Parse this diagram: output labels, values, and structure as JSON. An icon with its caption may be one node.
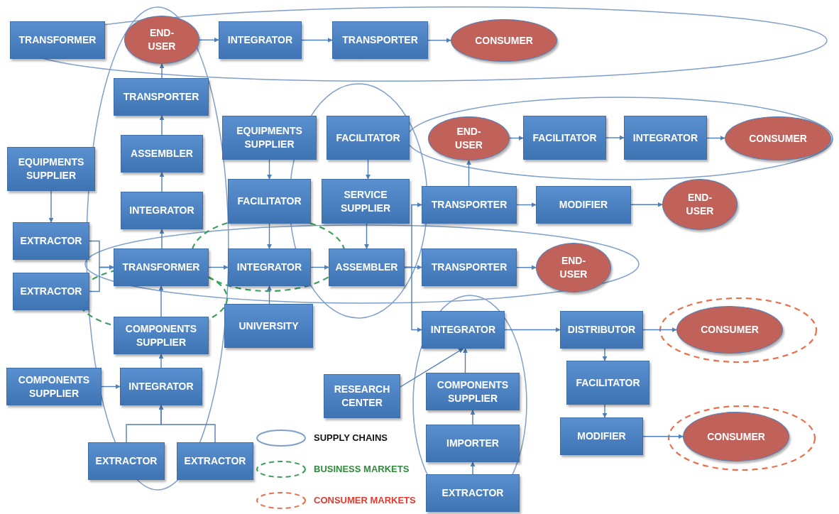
{
  "diagram": {
    "nodes": [
      {
        "text": [
          "TRANSFORMER"
        ]
      },
      {
        "text": [
          "END-USER"
        ]
      },
      {
        "text": [
          "INTEGRATOR"
        ]
      },
      {
        "text": [
          "TRANSPORTER"
        ]
      },
      {
        "text": [
          "CONSUMER"
        ]
      },
      {
        "text": [
          "TRANSPORTER"
        ]
      },
      {
        "text": [
          "EQUIPMENTS SUPPLIER"
        ]
      },
      {
        "text": [
          "FACILITATOR"
        ]
      },
      {
        "text": [
          "END-USER"
        ]
      },
      {
        "text": [
          "FACILITATOR"
        ]
      },
      {
        "text": [
          "INTEGRATOR"
        ]
      },
      {
        "text": [
          "CONSUMER"
        ]
      },
      {
        "text": [
          "ASSEMBLER"
        ]
      },
      {
        "text": [
          "EQUIPMENTS SUPPLIER"
        ]
      },
      {
        "text": [
          "INTEGRATOR"
        ]
      },
      {
        "text": [
          "FACILITATOR"
        ]
      },
      {
        "text": [
          "SERVICE SUPPLIER"
        ]
      },
      {
        "text": [
          "TRANSPORTER"
        ]
      },
      {
        "text": [
          "MODIFIER"
        ]
      },
      {
        "text": [
          "END-USER"
        ]
      },
      {
        "text": [
          "EXTRACTOR"
        ]
      },
      {
        "text": [
          "TRANSFORMER"
        ]
      },
      {
        "text": [
          "INTEGRATOR"
        ]
      },
      {
        "text": [
          "ASSEMBLER"
        ]
      },
      {
        "text": [
          "TRANSPORTER"
        ]
      },
      {
        "text": [
          "END-USER"
        ]
      },
      {
        "text": [
          "EXTRACTOR"
        ]
      },
      {
        "text": [
          "COMPONENTS SUPPLIER"
        ]
      },
      {
        "text": [
          "UNIVERSITY"
        ]
      },
      {
        "text": [
          "INTEGRATOR"
        ]
      },
      {
        "text": [
          "DISTRIBUTOR"
        ]
      },
      {
        "text": [
          "CONSUMER"
        ]
      },
      {
        "text": [
          "RESEARCH CENTER"
        ]
      },
      {
        "text": [
          "COMPONENTS SUPPLIER"
        ]
      },
      {
        "text": [
          "INTEGRATOR"
        ]
      },
      {
        "text": [
          "COMPONENTS SUPPLIER"
        ]
      },
      {
        "text": [
          "FACILITATOR"
        ]
      },
      {
        "text": [
          "IMPORTER"
        ]
      },
      {
        "text": [
          "MODIFIER"
        ]
      },
      {
        "text": [
          "CONSUMER"
        ]
      },
      {
        "text": [
          "EXTRACTOR"
        ]
      },
      {
        "text": [
          "EXTRACTOR"
        ]
      },
      {
        "text": [
          "EXTRACTOR"
        ]
      }
    ],
    "edges": [
      {
        "from": 1,
        "to": 2,
        "arrow": "to"
      },
      {
        "from": 2,
        "to": 3,
        "arrow": "to"
      },
      {
        "from": 3,
        "to": 4,
        "arrow": "to"
      },
      {
        "from": 5,
        "to": 1,
        "arrow": "to"
      },
      {
        "from": 12,
        "to": 5,
        "arrow": "to"
      },
      {
        "from": 14,
        "to": 12,
        "arrow": "to"
      },
      {
        "from": 21,
        "to": 14,
        "arrow": "to"
      },
      {
        "from": 6,
        "to": 15,
        "arrow": "to"
      },
      {
        "from": 7,
        "to": 16,
        "arrow": "to"
      },
      {
        "from": 8,
        "to": 9,
        "arrow": "to"
      },
      {
        "from": 9,
        "to": 10,
        "arrow": "to"
      },
      {
        "from": 10,
        "to": 11,
        "arrow": "to"
      },
      {
        "from": 17,
        "to": 8,
        "arrow": "to"
      },
      {
        "from": 17,
        "to": 18,
        "arrow": "to"
      },
      {
        "from": 18,
        "to": 19,
        "arrow": "to"
      },
      {
        "from": 13,
        "to": 20,
        "arrow": "to"
      },
      {
        "from": 20,
        "to": 21,
        "arrow": "to"
      },
      {
        "from": 26,
        "to": 21,
        "arrow": "to"
      },
      {
        "from": 15,
        "to": 22,
        "arrow": "to"
      },
      {
        "from": 16,
        "to": 23,
        "arrow": "to"
      },
      {
        "from": 21,
        "to": 22,
        "arrow": "to"
      },
      {
        "from": 22,
        "to": 23,
        "arrow": "to"
      },
      {
        "from": 23,
        "to": 17,
        "arrow": "to"
      },
      {
        "from": 23,
        "to": 24,
        "arrow": "to"
      },
      {
        "from": 23,
        "to": 29,
        "arrow": "to"
      },
      {
        "from": 24,
        "to": 25,
        "arrow": "to"
      },
      {
        "from": 28,
        "to": 22,
        "arrow": "to"
      },
      {
        "from": 27,
        "to": 21,
        "arrow": "to"
      },
      {
        "from": 34,
        "to": 27,
        "arrow": "to"
      },
      {
        "from": 35,
        "to": 34,
        "arrow": "to"
      },
      {
        "from": 40,
        "to": 34,
        "arrow": "to"
      },
      {
        "from": 41,
        "to": 34,
        "arrow": "to"
      },
      {
        "from": 29,
        "to": 30,
        "arrow": "to"
      },
      {
        "from": 30,
        "to": 31,
        "arrow": "to"
      },
      {
        "from": 30,
        "to": 36,
        "arrow": "to"
      },
      {
        "from": 36,
        "to": 38,
        "arrow": "to"
      },
      {
        "from": 38,
        "to": 39,
        "arrow": "to"
      },
      {
        "from": 32,
        "to": 29,
        "arrow": "to"
      },
      {
        "from": 33,
        "to": 29,
        "arrow": "to"
      },
      {
        "from": 37,
        "to": 33,
        "arrow": "to"
      },
      {
        "from": 42,
        "to": 37,
        "arrow": "to"
      }
    ],
    "legend": [
      {
        "text": "SUPPLY CHAINS"
      },
      {
        "text": "BUSINESS MARKETS"
      },
      {
        "text": "CONSUMER MARKETS"
      }
    ]
  }
}
